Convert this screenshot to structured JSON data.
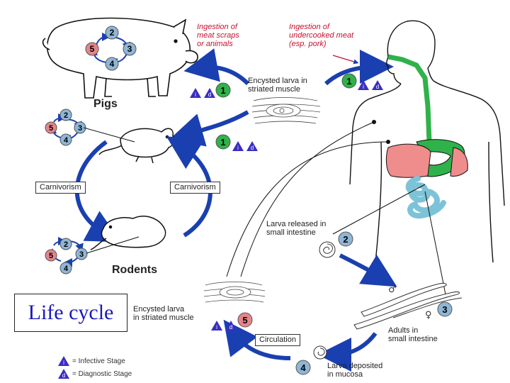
{
  "labels": {
    "ingestion_scraps": [
      "Ingestion of",
      "meat scraps",
      "or animals"
    ],
    "ingestion_meat": [
      "Ingestion of",
      "undercooked meat",
      "(esp. pork)"
    ],
    "encysted_muscle_top": [
      "Encysted larva in",
      "striated muscle"
    ],
    "pigs": "Pigs",
    "rodents": "Rodents",
    "carnivorism_left": "Carnivorism",
    "carnivorism_right": "Carnivorism",
    "larva_released": [
      "Larva released in",
      "small intestine"
    ],
    "encysted_muscle_bottom": [
      "Encysted larva",
      "in striated muscle"
    ],
    "circulation": "Circulation",
    "adults": [
      "Adults in",
      "small intestine"
    ],
    "larva_deposited": [
      "Larva deposited",
      "in mucosa"
    ],
    "male_symbol": "♂",
    "female_symbol": "♀",
    "life_cycle": "Life cycle"
  },
  "legend": {
    "infective_symbol": "i",
    "infective": "= Infective Stage",
    "diagnostic_symbol": "d",
    "diagnostic": "= Diagnostic Stage"
  },
  "stages": {
    "one": "1",
    "two": "2",
    "three": "3",
    "four": "4",
    "five": "5"
  },
  "colors": {
    "arrow": "#1a3fb0",
    "stage_green": "#2fb24a",
    "stage_blue": "#8fb6d6",
    "stage_red": "#e5848a",
    "triangle": "#3a2ec0",
    "gut_green": "#2fb24a",
    "stomach_red": "#ef8c8c",
    "intestine": "#7cc3d8",
    "title_blue": "#1a1ab8"
  },
  "icons": [
    "pig-icon",
    "rat-icon",
    "human-body-icon",
    "larva-cyst-icon",
    "worm-icon"
  ]
}
